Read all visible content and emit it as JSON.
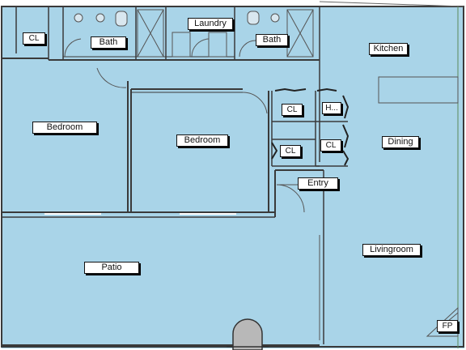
{
  "colors": {
    "floor": "#a9d4e8",
    "wall": "#3a3a3a",
    "patio": "#a9d4e8",
    "door_arc": "#555555",
    "fixture": "#7e8a90"
  },
  "rooms": {
    "cl_top_left": "CL",
    "bath_left": "Bath",
    "laundry": "Laundry",
    "bath_right": "Bath",
    "kitchen": "Kitchen",
    "bedroom_left": "Bedroom",
    "bedroom_center": "Bedroom",
    "cl_hall_upper": "CL",
    "h_closet": "H...",
    "cl_hall_lower": "CL",
    "cl_hall_right": "CL",
    "dining": "Dining",
    "entry": "Entry",
    "livingroom": "Livingroom",
    "patio": "Patio",
    "fireplace": "FP"
  }
}
